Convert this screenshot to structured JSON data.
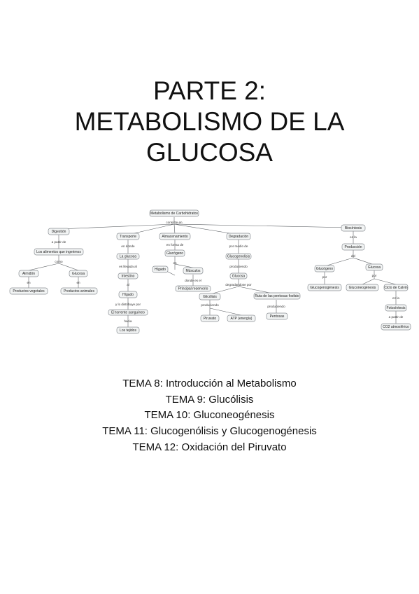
{
  "title": {
    "line1": "PARTE 2:",
    "line2": "METABOLISMO DE LA",
    "line3": "GLUCOSA"
  },
  "concept_map": {
    "nodes": {
      "root": "Metabolismo de Carbohidratos",
      "digestion": "Digestión",
      "alimentos": "Los alimentos que ingerimos",
      "almidon": "Almidón",
      "glucosa_a": "Glucosa",
      "prod_vegetales": "Productos vegetales",
      "prod_animales": "Productos animales",
      "transporte": "Transporte",
      "la_glucosa": "La glucosa",
      "intestino": "Intestino",
      "higado_t": "Hígado",
      "torrente": "El torrente sanguíneo",
      "tejidos": "Los tejidos",
      "almacenamiento": "Almacenamiento",
      "glucogeno": "Glucógeno",
      "higado_a": "Hígado",
      "musculos": "Músculos",
      "reservorio": "Principal reservorio",
      "degradacion": "Degradación",
      "glucogenolisis": "Glucogenolisis",
      "glucosa_d": "Glucosa",
      "glicolisis": "Glicólisis",
      "pentosas": "Ruta de las pentosas fosfato",
      "piruvato": "Piruvato",
      "atp": "ATP (energía)",
      "pentosa": "Pentosas",
      "biosintesis": "Biosíntesis",
      "produccion": "Producción",
      "glucogeno_b": "Glucógeno",
      "glucosa_b": "Glucosa",
      "glucogenogenesis": "Glucogenogénesis",
      "gluconeogenesis": "Gluconeogénesis",
      "calvin": "Ciclo de Calvin",
      "fotosintesis": "Fotosíntesis",
      "co2": "CO2 atmosférico"
    },
    "labels": {
      "consiste": "consiste en",
      "apartir_de": "a partir de",
      "como": "como",
      "en_1": "en",
      "en_2": "en",
      "en_donde": "en donde",
      "es_llevada": "es llevada al",
      "al": "al",
      "distribuye": "y lo distribuye por",
      "hacia": "hacia",
      "en_forma_de": "en forma de",
      "en": "en",
      "donde_es": "donde es el",
      "por_medio_de": "por medio de",
      "produciendo_1": "produciendo",
      "degradandose": "degradandose por",
      "produciendo_2": "produciendo",
      "produciendo_3": "produciendo",
      "es_la": "es la",
      "del": "del",
      "por_1": "por",
      "por_2": "por",
      "en_la": "en la",
      "a_partir_de_2": "a partir de"
    }
  },
  "topics": [
    "TEMA 8: Introducción al Metabolismo",
    "TEMA 9: Glucólisis",
    "TEMA 10: Gluconeogénesis",
    "TEMA 11: Glucogenólisis y Glucogenogénesis",
    "TEMA 12: Oxidación del Piruvato"
  ]
}
